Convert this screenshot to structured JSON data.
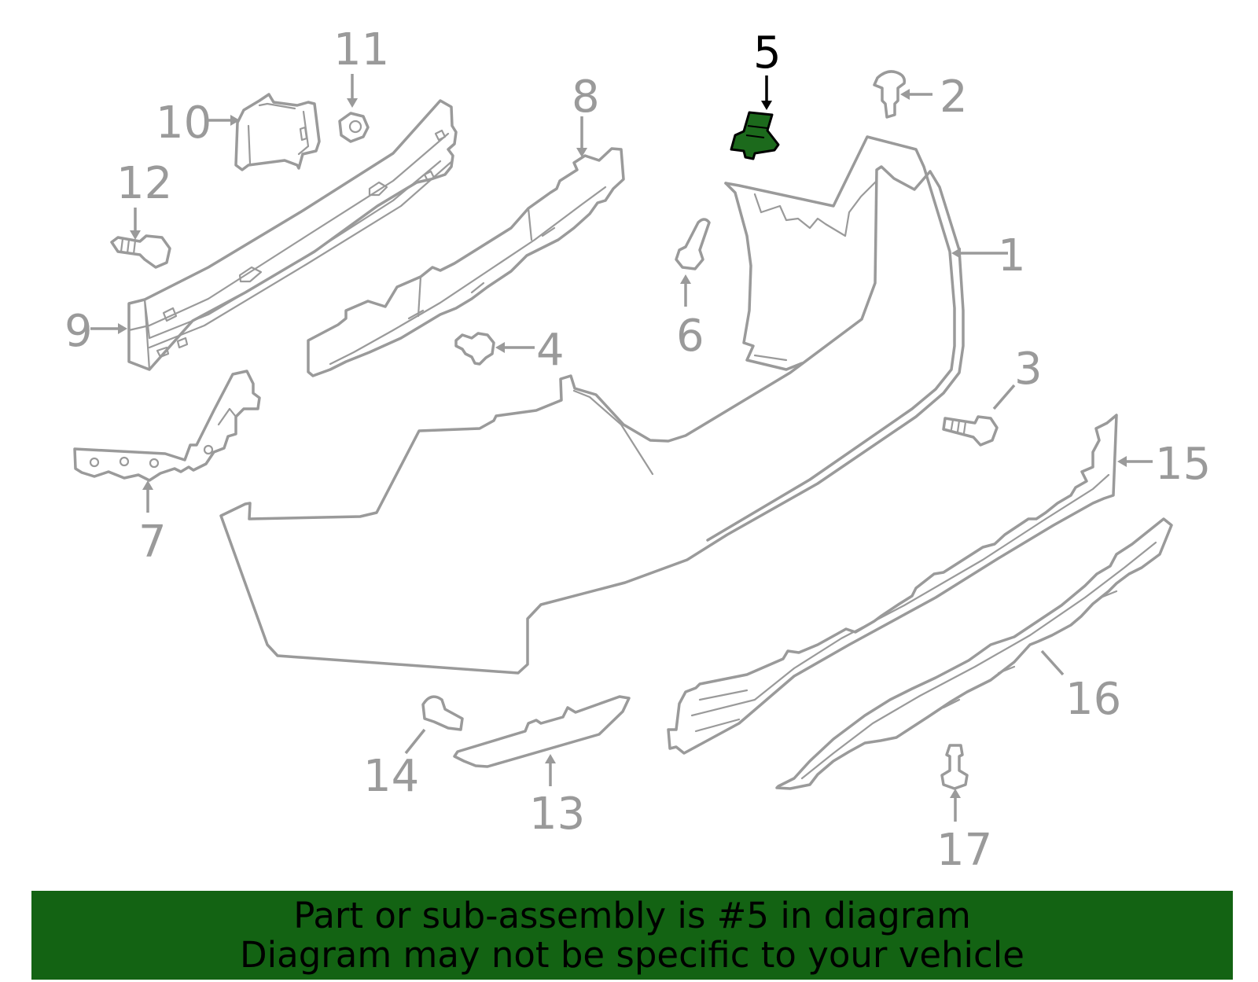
{
  "diagram": {
    "highlighted_part": "5",
    "highlight_color": "#1c6a1c",
    "part_color": "#9a9a9a",
    "callouts": [
      "1",
      "2",
      "3",
      "4",
      "5",
      "6",
      "7",
      "8",
      "9",
      "10",
      "11",
      "12",
      "13",
      "14",
      "15",
      "16",
      "17"
    ]
  },
  "banner": {
    "line1": "Part or sub-assembly is #5 in diagram",
    "line2": "Diagram may not be specific to your vehicle",
    "background": "#136313"
  }
}
